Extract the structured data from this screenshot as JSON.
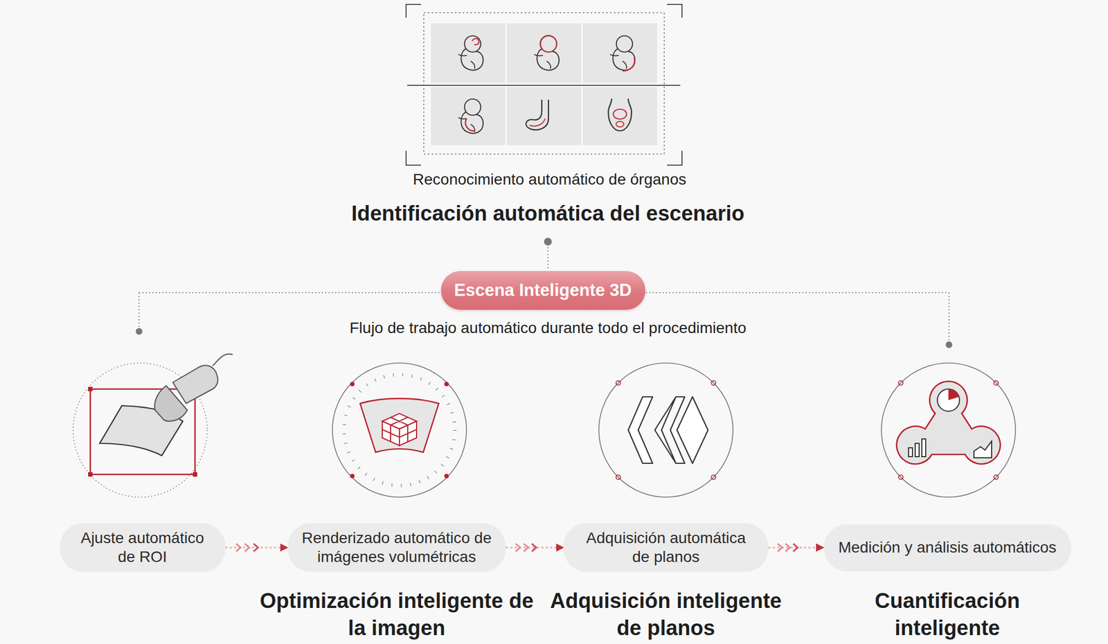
{
  "diagram": {
    "nodes": [
      {
        "text": [
          "Escena Inteligente 3D"
        ]
      },
      {
        "text": [
          "Ajuste automático de ROI"
        ]
      },
      {
        "text": [
          "Renderizado automático de imágenes volumétricas"
        ]
      },
      {
        "text": [
          "Adquisición automática de planos"
        ]
      },
      {
        "text": [
          "Medición y análisis automáticos"
        ]
      }
    ],
    "edges": [
      {
        "from": 1,
        "to": 2,
        "arrow": "to"
      },
      {
        "from": 2,
        "to": 3,
        "arrow": "to"
      },
      {
        "from": 3,
        "to": 4,
        "arrow": "to"
      }
    ],
    "labels": [
      "Reconocimiento automático de órganos",
      "Identificación automática del escenario",
      "Flujo de trabajo automático durante todo el procedimiento",
      "Optimización inteligente de la imagen",
      "Adquisición inteligente de planos",
      "Cuantificación inteligente"
    ]
  }
}
